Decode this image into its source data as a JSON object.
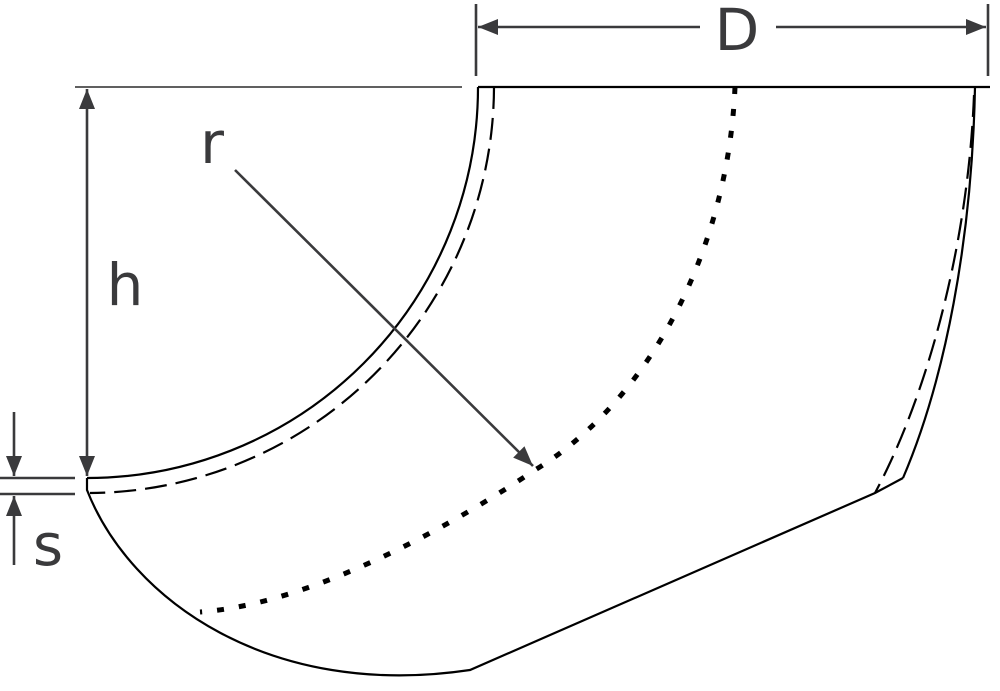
{
  "diagram": {
    "labels": {
      "diameter": "D",
      "radius": "r",
      "height": "h",
      "wall_thickness": "s"
    },
    "colors": {
      "outline": "#000000",
      "dimension": "#3a3a3c"
    }
  }
}
